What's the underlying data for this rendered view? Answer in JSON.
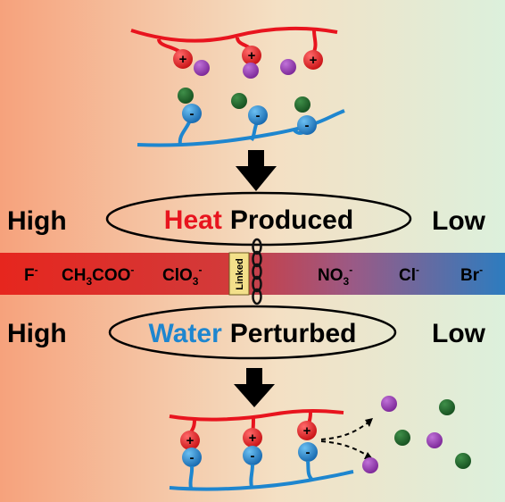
{
  "scale_top": {
    "left_label": "High",
    "highlight_word": "Heat",
    "rest_word": "Produced",
    "right_label": "Low"
  },
  "scale_bottom": {
    "left_label": "High",
    "highlight_word": "Water",
    "rest_word": "Perturbed",
    "right_label": "Low"
  },
  "ion_series": {
    "left_ions": [
      {
        "base": "F",
        "sup": "-"
      },
      {
        "base": "CH",
        "sub1": "3",
        "mid": "COO",
        "sup": "-"
      },
      {
        "base": "ClO",
        "sub1": "3",
        "sup": "-"
      }
    ],
    "linked_label": "Linked",
    "right_ions": [
      {
        "base": "NO",
        "sub1": "3",
        "sup": "-"
      },
      {
        "base": "Cl",
        "sup": "-"
      },
      {
        "base": "Br",
        "sup": "-"
      }
    ]
  },
  "charges": {
    "positive": "+",
    "negative": "-"
  },
  "colors": {
    "polycation": "#e8141e",
    "polyanion": "#1e86cf",
    "counter_anion": "#9b3fb3",
    "counter_cation": "#1f6b2c",
    "heat_text": "#e8141e",
    "water_text": "#1e86cf",
    "arrow": "#000000",
    "bar_left": "#e6261e",
    "bar_right": "#2d7cbf",
    "bg_left": "#f6a27c",
    "bg_right": "#dff1dc",
    "linked_box": "#f3e08a"
  },
  "icons": {
    "down_arrow": "down-arrow-icon",
    "chain": "chain-link-icon",
    "dashed_arrow": "dashed-arrow-icon"
  }
}
